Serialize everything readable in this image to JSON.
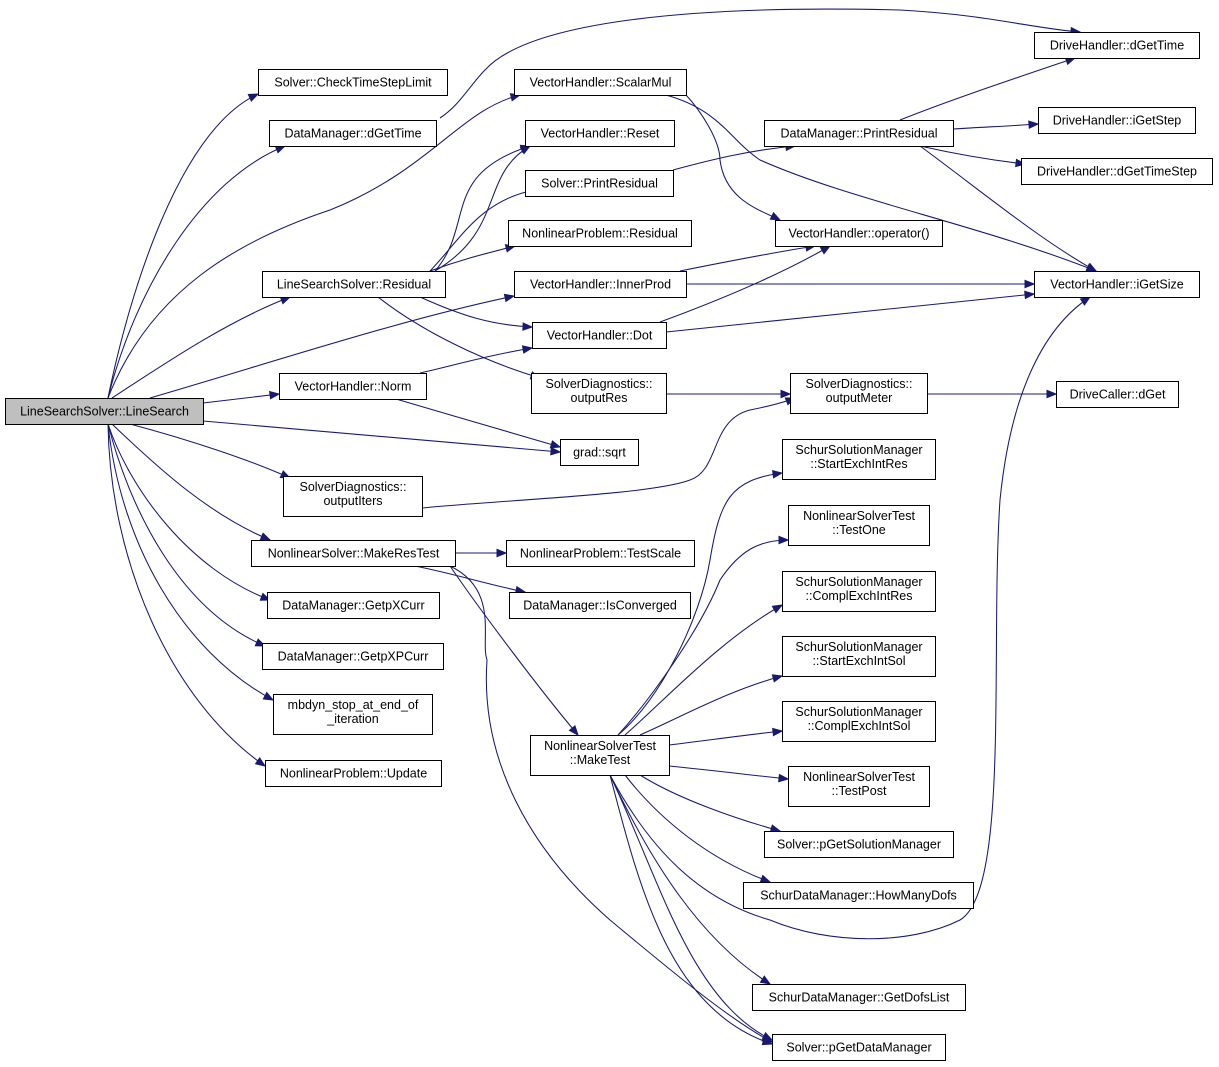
{
  "nodes": {
    "linesearch": [
      "LineSearchSolver::LineSearch"
    ],
    "checkts": [
      "Solver::CheckTimeStepLimit"
    ],
    "dm_dgettime": [
      "DataManager::dGetTime"
    ],
    "ls_residual": [
      "LineSearchSolver::Residual"
    ],
    "vh_norm": [
      "VectorHandler::Norm"
    ],
    "grad_sqrt": [
      "grad::sqrt"
    ],
    "sd_outputiters": [
      "SolverDiagnostics::",
      "outputIters"
    ],
    "ns_makerestest": [
      "NonlinearSolver::MakeResTest"
    ],
    "dm_getpxcurr": [
      "DataManager::GetpXCurr"
    ],
    "dm_getpxpcurr": [
      "DataManager::GetpXPCurr"
    ],
    "mbdyn_stop": [
      "mbdyn_stop_at_end_of",
      "_iteration"
    ],
    "np_update": [
      "NonlinearProblem::Update"
    ],
    "vh_scalarmul": [
      "VectorHandler::ScalarMul"
    ],
    "vh_reset": [
      "VectorHandler::Reset"
    ],
    "s_printresidual": [
      "Solver::PrintResidual"
    ],
    "np_residual": [
      "NonlinearProblem::Residual"
    ],
    "vh_innerprod": [
      "VectorHandler::InnerProd"
    ],
    "vh_dot": [
      "VectorHandler::Dot"
    ],
    "sd_outputres": [
      "SolverDiagnostics::",
      "outputRes"
    ],
    "np_testscale": [
      "NonlinearProblem::TestScale"
    ],
    "dm_isconverged": [
      "DataManager::IsConverged"
    ],
    "nst_maketest": [
      "NonlinearSolverTest",
      "::MakeTest"
    ],
    "dm_printresidual": [
      "DataManager::PrintResidual"
    ],
    "vh_operator": [
      "VectorHandler::operator()"
    ],
    "sd_outputmeter": [
      "SolverDiagnostics::",
      "outputMeter"
    ],
    "ssm_startexchintres": [
      "SchurSolutionManager",
      "::StartExchIntRes"
    ],
    "nst_testone": [
      "NonlinearSolverTest",
      "::TestOne"
    ],
    "ssm_complexchintres": [
      "SchurSolutionManager",
      "::ComplExchIntRes"
    ],
    "ssm_startexchintsol": [
      "SchurSolutionManager",
      "::StartExchIntSol"
    ],
    "ssm_complexchintsol": [
      "SchurSolutionManager",
      "::ComplExchIntSol"
    ],
    "nst_testpost": [
      "NonlinearSolverTest",
      "::TestPost"
    ],
    "s_pgetsolutionmanager": [
      "Solver::pGetSolutionManager"
    ],
    "sdm_howmanydofs": [
      "SchurDataManager::HowManyDofs"
    ],
    "sdm_getdofslist": [
      "SchurDataManager::GetDofsList"
    ],
    "s_pgetdatamanager": [
      "Solver::pGetDataManager"
    ],
    "dh_dgettime": [
      "DriveHandler::dGetTime"
    ],
    "dh_igetstep": [
      "DriveHandler::iGetStep"
    ],
    "dh_dgettimestep": [
      "DriveHandler::dGetTimeStep"
    ],
    "vh_igetsize": [
      "VectorHandler::iGetSize"
    ],
    "dc_dget": [
      "DriveCaller::dGet"
    ]
  },
  "root_node": "linesearch",
  "colors": {
    "edge": "#191970",
    "root_fill": "#bfbfbf",
    "node_fill": "#ffffff",
    "node_border": "#000000"
  }
}
